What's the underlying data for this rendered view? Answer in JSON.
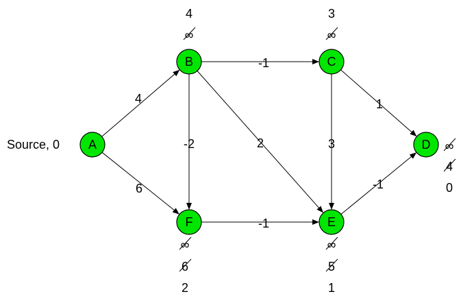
{
  "graph": {
    "colors": {
      "node_fill": "#00e600",
      "line": "#000000",
      "text": "#000000",
      "background": "#ffffff"
    },
    "source_label": "Source, 0",
    "nodes": [
      {
        "id": "A",
        "label": "A"
      },
      {
        "id": "B",
        "label": "B"
      },
      {
        "id": "C",
        "label": "C"
      },
      {
        "id": "D",
        "label": "D"
      },
      {
        "id": "E",
        "label": "E"
      },
      {
        "id": "F",
        "label": "F"
      }
    ],
    "edges": [
      {
        "from": "A",
        "to": "B",
        "weight": "4"
      },
      {
        "from": "A",
        "to": "F",
        "weight": "6"
      },
      {
        "from": "B",
        "to": "C",
        "weight": "-1"
      },
      {
        "from": "B",
        "to": "F",
        "weight": "-2"
      },
      {
        "from": "B",
        "to": "E",
        "weight": "2"
      },
      {
        "from": "C",
        "to": "D",
        "weight": "1"
      },
      {
        "from": "C",
        "to": "E",
        "weight": "3"
      },
      {
        "from": "F",
        "to": "E",
        "weight": "-1"
      },
      {
        "from": "E",
        "to": "D",
        "weight": "-1"
      }
    ],
    "distance_history": {
      "B": {
        "crossed": [
          "∞"
        ],
        "current": "4"
      },
      "C": {
        "crossed": [
          "∞"
        ],
        "current": "3"
      },
      "D": {
        "crossed": [
          "∞",
          "4"
        ],
        "current": "0"
      },
      "E": {
        "crossed": [
          "∞",
          "5"
        ],
        "current": "1"
      },
      "F": {
        "crossed": [
          "∞",
          "6"
        ],
        "current": "2"
      }
    }
  }
}
